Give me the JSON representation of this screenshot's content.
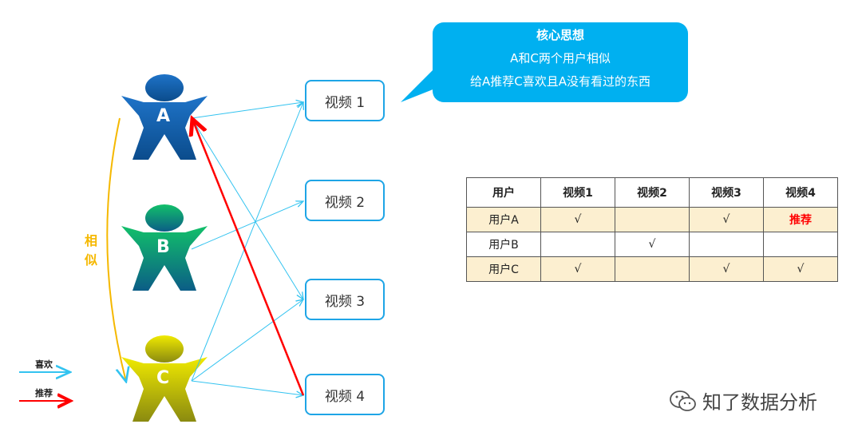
{
  "users": [
    {
      "label": "A",
      "color_top": "#1e73c8",
      "color_bottom": "#0b4c8c"
    },
    {
      "label": "B",
      "color_top": "#12c06a",
      "color_bottom": "#0b5d86"
    },
    {
      "label": "C",
      "color_top": "#f0ea00",
      "color_bottom": "#8a8a10"
    }
  ],
  "videos": [
    "视频 1",
    "视频 2",
    "视频 3",
    "视频 4"
  ],
  "similar_label": "相似",
  "bubble": {
    "title": "核心思想",
    "line1": "A和C两个用户相似",
    "line2": "给A推荐C喜欢且A没有看过的东西"
  },
  "legend": {
    "like": "喜欢",
    "recommend": "推荐",
    "like_color": "#33c3f0",
    "recommend_color": "#ff0000"
  },
  "table": {
    "headers": [
      "用户",
      "视频1",
      "视频2",
      "视频3",
      "视频4"
    ],
    "rows": [
      [
        "用户A",
        "√",
        "",
        "√",
        "推荐"
      ],
      [
        "用户B",
        "",
        "√",
        "",
        ""
      ],
      [
        "用户C",
        "√",
        "",
        "√",
        "√"
      ]
    ]
  },
  "watermark": "知了数据分析"
}
